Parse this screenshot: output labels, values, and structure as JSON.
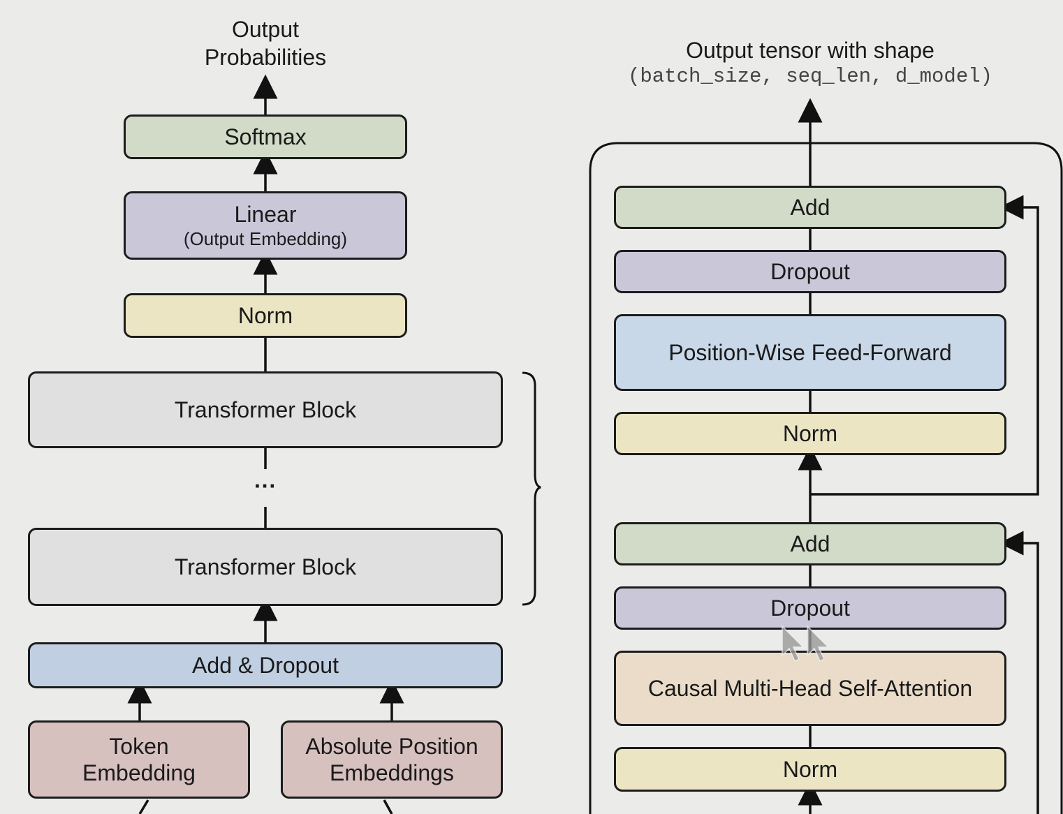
{
  "left": {
    "output_label": [
      "Output",
      "Probabilities"
    ],
    "softmax": "Softmax",
    "linear": "Linear",
    "linear_sub": "(Output Embedding)",
    "norm": "Norm",
    "block_top": "Transformer Block",
    "ellipsis": "···",
    "block_bottom": "Transformer Block",
    "add_dropout": "Add & Dropout",
    "token_embedding": [
      "Token",
      "Embedding"
    ],
    "position_embeddings": [
      "Absolute Position",
      "Embeddings"
    ]
  },
  "right": {
    "output_label": "Output tensor with shape",
    "output_shape": "(batch_size, seq_len, d_model)",
    "add_top": "Add",
    "dropout_top": "Dropout",
    "ffn": "Position-Wise Feed-Forward",
    "norm_top": "Norm",
    "add_bottom": "Add",
    "dropout_bottom": "Dropout",
    "attention": "Causal Multi-Head Self-Attention",
    "norm_bottom": "Norm"
  },
  "colors": {
    "green": "#d2dbc8",
    "purple": "#cac8d8",
    "yellow": "#ebe5c4",
    "gray": "#e0e0e0",
    "blue": "#c1cfe3",
    "lightblue": "#c9d8e8",
    "red": "#d7c1bf",
    "peach": "#eadcc8"
  }
}
